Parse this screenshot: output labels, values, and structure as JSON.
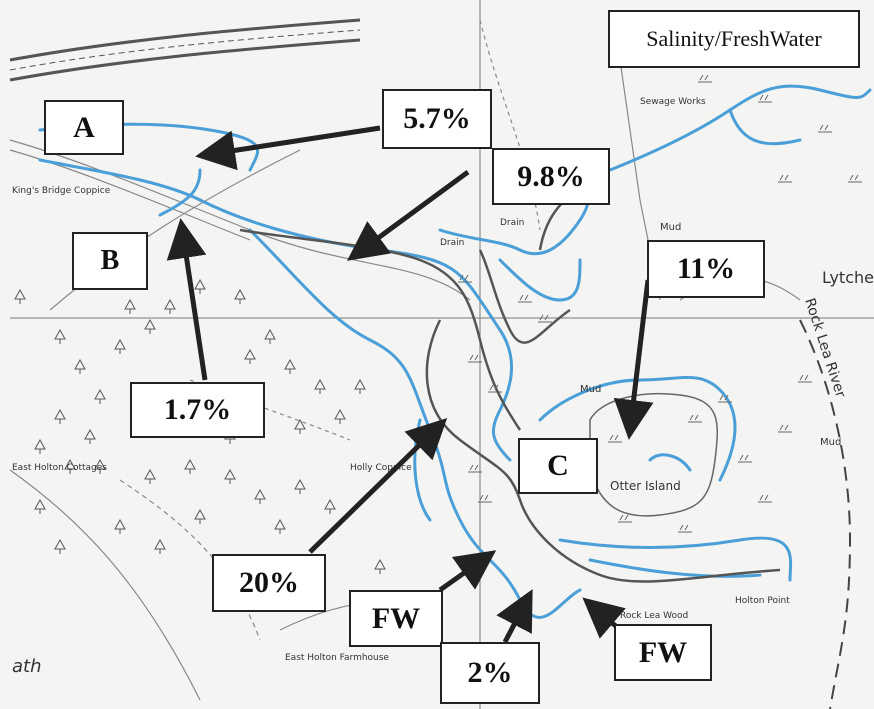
{
  "title": "Salinity/FreshWater",
  "site_labels": {
    "a": "A",
    "b": "B",
    "c": "C"
  },
  "readings": {
    "r_5_7": "5.7%",
    "r_9_8": "9.8%",
    "r_11": "11%",
    "r_1_7": "1.7%",
    "r_20": "20%",
    "r_2": "2%",
    "fw_1": "FW",
    "fw_2": "FW"
  },
  "map_labels": {
    "otter_island": "Otter Island",
    "rock_lea_river": "Rock Lea River",
    "lytche": "Lytche",
    "holton_point": "Holton Point",
    "east_holton_farmhouse": "East Holton Farmhouse",
    "rock_lea_wood": "Rock Lea Wood",
    "holly_coppice": "Holly Coppice",
    "sewage_works": "Sewage Works",
    "mud": "Mud",
    "drain": "Drain",
    "kings_bridge_coppice": "King's Bridge Coppice",
    "east_holton_cottages": "East Holton Cottages",
    "heath": "ath"
  },
  "colors": {
    "water": "#4a9fd8",
    "shore": "#555555",
    "arrow": "#222222",
    "paper": "#f4f4f2"
  }
}
